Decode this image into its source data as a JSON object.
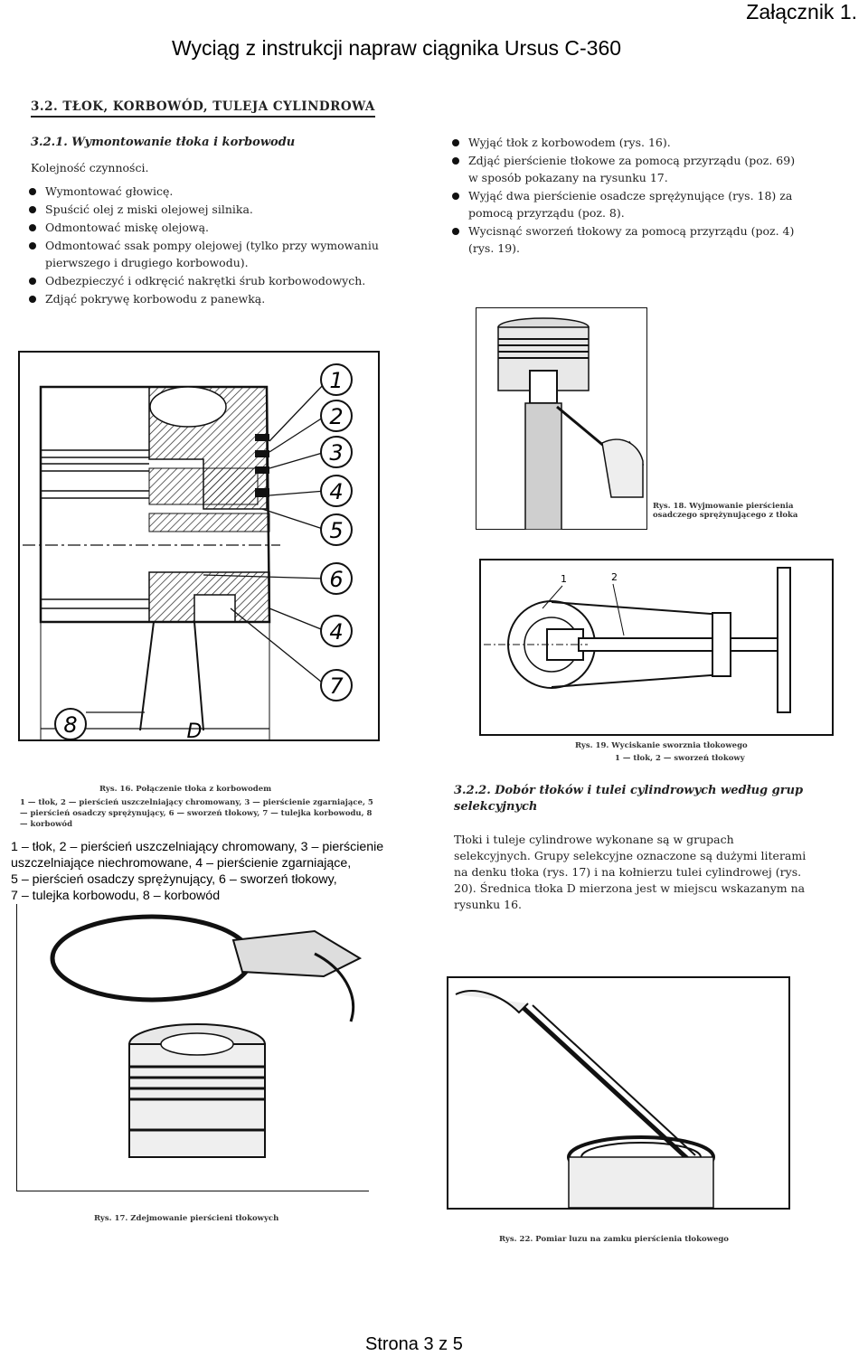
{
  "header": {
    "attachment": "Załącznik 1.",
    "title": "Wyciąg z instrukcji napraw ciągnika Ursus C-360"
  },
  "section": {
    "heading": "3.2. TŁOK, KORBOWÓD, TULEJA CYLINDROWA",
    "sub1": "3.2.1. Wymontowanie tłoka i korbowodu",
    "order": "Kolejność czynności.",
    "steps_left": [
      "Wymontować głowicę.",
      "Spuścić olej z miski olejowej silnika.",
      "Odmontować miskę olejową.",
      "Odmontować ssak pompy olejowej (tylko przy wymowaniu pierwszego i drugiego korbowodu).",
      "Odbezpieczyć i odkręcić nakrętki śrub korbowodowych.",
      "Zdjąć pokrywę korbowodu z panewką."
    ],
    "steps_right": [
      "Wyjąć tłok z korbowodem (rys. 16).",
      "Zdjąć pierścienie tłokowe za pomocą przyrządu (poz. 69) w sposób pokazany na rysunku 17.",
      "Wyjąć dwa pierścienie osadcze sprężynujące (rys. 18) za pomocą przyrządu (poz. 8).",
      "Wycisnąć sworzeń tłokowy za pomocą przyrządu (poz. 4) (rys. 19)."
    ]
  },
  "figure16": {
    "labels": [
      "1",
      "2",
      "3",
      "4",
      "5",
      "6",
      "4",
      "7",
      "8",
      "D"
    ],
    "caption_title": "Rys. 16. Połączenie tłoka z korbowodem",
    "caption_body": "1 — tłok, 2 — pierścień uszczelniający chromowany, 3 — pierścienie zgarniające, 5 — pierścień osadczy sprężynujący, 6 — sworzeń tłokowy, 7 — tulejka korbowodu, 8 — korbowód"
  },
  "legend": [
    "1 – tłok, 2 – pierścień uszczelniający chromowany, 3 – pierścienie",
    "uszczelniające niechromowane, 4 – pierścienie zgarniające,",
    "5 – pierścień osadczy sprężynujący, 6 – sworzeń tłokowy,",
    "7 – tulejka korbowodu, 8 – korbowód"
  ],
  "figure18": {
    "caption": "Rys. 18. Wyjmowanie pierścienia osadczego sprężynującego z tłoka"
  },
  "figure19": {
    "labels": [
      "1",
      "2"
    ],
    "caption1": "Rys. 19. Wyciskanie sworznia tłokowego",
    "caption2": "1 — tłok, 2 — sworzeń tłokowy"
  },
  "section2": {
    "sub2": "3.2.2. Dobór tłoków i tulei cylindrowych według grup selekcyjnych",
    "paragraph": "Tłoki i tuleje cylindrowe wykonane są w grupach selekcyjnych. Grupy selekcyjne oznaczone są dużymi literami na denku tłoka (rys. 17) i na kołnierzu tulei cylindrowej (rys. 20). Średnica tłoka D mierzona jest w miejscu wskazanym na rysunku 16."
  },
  "figure17": {
    "caption": "Rys. 17. Zdejmowanie pierścieni tłokowych"
  },
  "figure20": {
    "caption": "Rys. 22. Pomiar luzu na zamku pierścienia tłokowego"
  },
  "footer": {
    "page": "Strona 3 z 5"
  }
}
